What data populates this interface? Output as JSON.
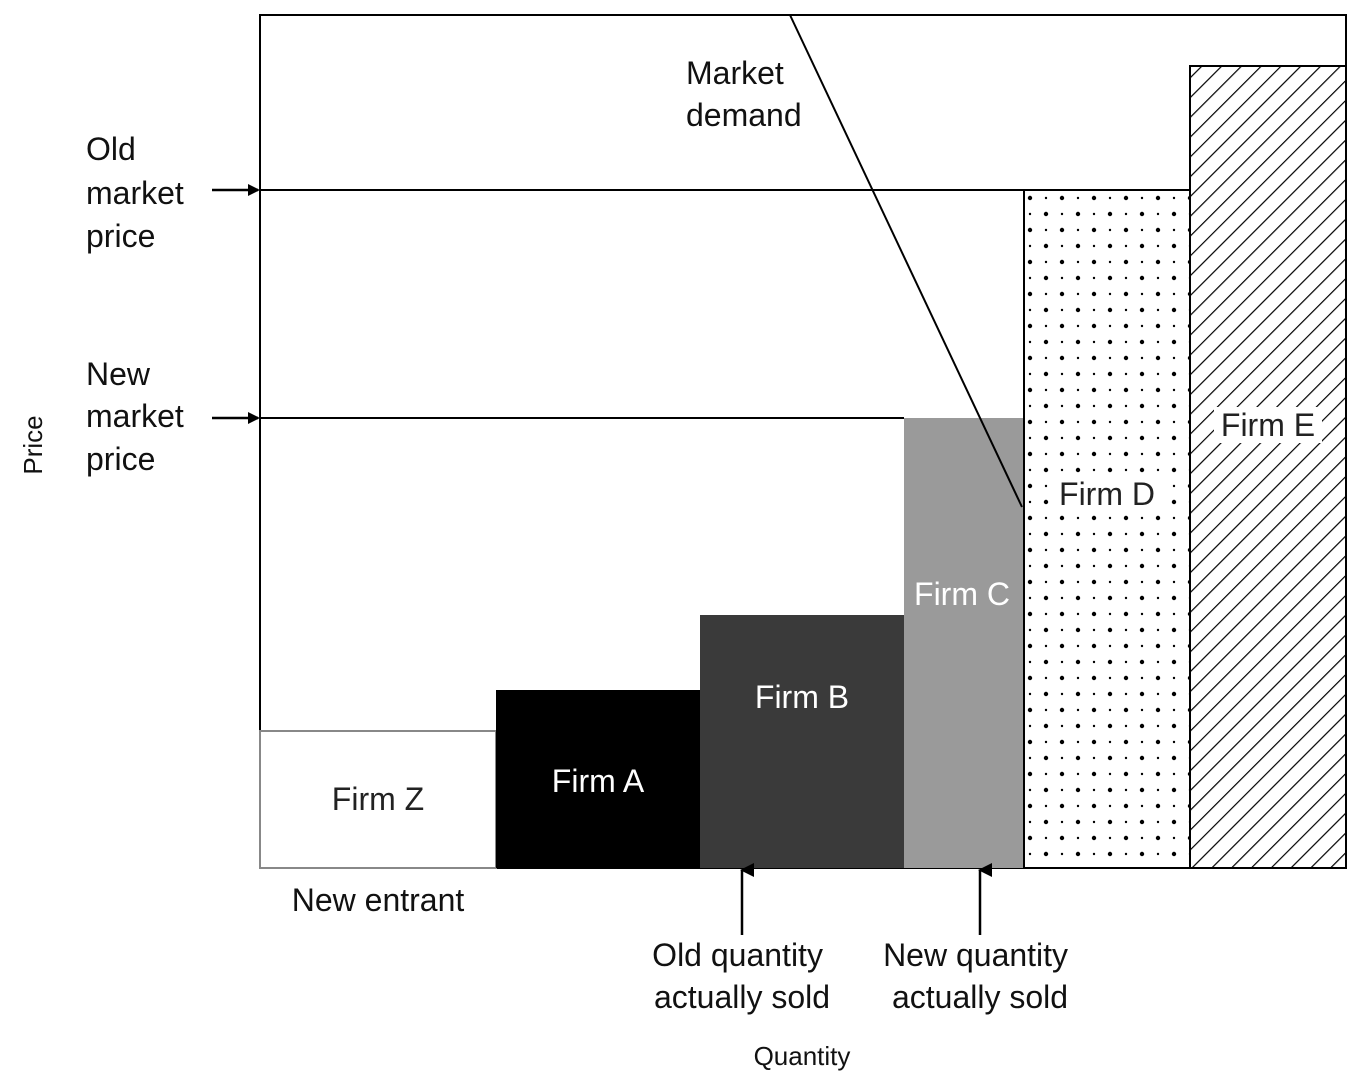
{
  "axes": {
    "y_label": "Price",
    "x_label": "Quantity"
  },
  "labels": {
    "old_price": [
      "Old",
      "market",
      "price"
    ],
    "new_price": [
      "New",
      "market",
      "price"
    ],
    "market_demand": [
      "Market",
      "demand"
    ],
    "new_entrant": "New entrant",
    "old_quantity": [
      "Old quantity",
      "actually sold"
    ],
    "new_quantity": [
      "New quantity",
      "actually sold"
    ]
  },
  "firms": {
    "z": "Firm Z",
    "a": "Firm A",
    "b": "Firm B",
    "c": "Firm C",
    "d": "Firm D",
    "e": "Firm E"
  },
  "colors": {
    "firm_a": "#000000",
    "firm_b": "#3a3a3a",
    "firm_c": "#9a9a9a",
    "firm_z": "#ffffff",
    "firm_d_pattern": "dots",
    "firm_e_pattern": "diagonal-hatch",
    "line": "#000000"
  }
}
